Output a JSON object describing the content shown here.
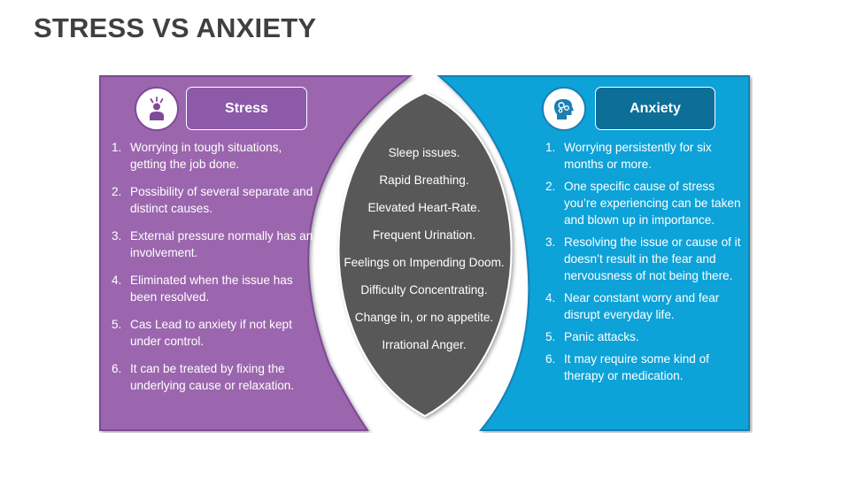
{
  "title": "STRESS VS ANXIETY",
  "colors": {
    "stress": "#8c5aa8",
    "anxiety": "#0d9fd6",
    "overlap": "#595959",
    "title": "#404040"
  },
  "stress": {
    "label": "Stress",
    "icon": "stressed-person-icon",
    "items": [
      {
        "num": "1.",
        "text": "Worrying in tough situations, getting the job done."
      },
      {
        "num": "2.",
        "text": "Possibility of several separate and distinct causes."
      },
      {
        "num": "3.",
        "text": "External pressure normally has an involvement."
      },
      {
        "num": "4.",
        "text": "Eliminated when the issue has been resolved."
      },
      {
        "num": "5.",
        "text": "Cas Lead to anxiety if not kept under control."
      },
      {
        "num": "6.",
        "text": "It can be treated by fixing the underlying cause or relaxation."
      }
    ]
  },
  "anxiety": {
    "label": "Anxiety",
    "icon": "head-with-gears-icon",
    "items": [
      {
        "num": "1.",
        "text": "Worrying persistently for six months or more."
      },
      {
        "num": "2.",
        "text": "One specific cause of stress you’re experiencing can be taken and blown up in importance."
      },
      {
        "num": "3.",
        "text": "Resolving the issue or cause of it doesn’t result in the fear and nervousness of not being there."
      },
      {
        "num": "4.",
        "text": "Near constant worry and fear disrupt everyday life."
      },
      {
        "num": "5.",
        "text": "Panic attacks."
      },
      {
        "num": "6.",
        "text": "It may require some kind of therapy or medication."
      }
    ]
  },
  "common": {
    "items": [
      "Sleep issues.",
      "Rapid Breathing.",
      "Elevated Heart-Rate.",
      "Frequent Urination.",
      "Feelings on Impending Doom.",
      "Difficulty Concentrating.",
      "Change in, or no appetite.",
      "Irrational Anger."
    ]
  }
}
